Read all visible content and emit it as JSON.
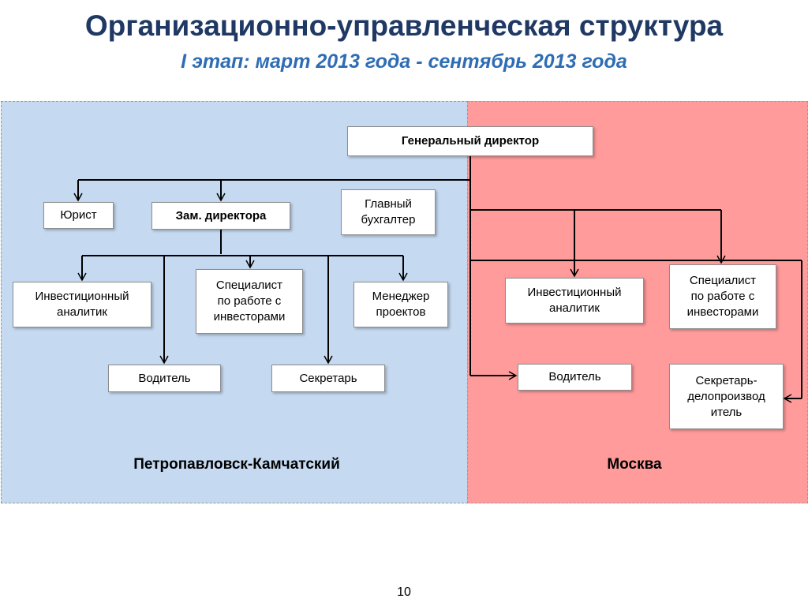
{
  "title": "Организационно-управленческая структура",
  "subtitle": "I этап: март  2013 года - сентябрь 2013 года",
  "regions": {
    "left_label": "Петропавловск-Камчатский",
    "right_label": "Москва",
    "left_color": "#c5d9f1",
    "right_color": "#ff9b9b"
  },
  "boxes": {
    "general_director": "Генеральный директор",
    "lawyer": "Юрист",
    "deputy_director": "Зам. директора",
    "chief_accountant": "Главный\nбухгалтер",
    "kam_invest_analyst": "Инвестиционный\nаналитик",
    "kam_ir_specialist": "Специалист\nпо работе с\nинвесторами",
    "kam_project_manager": "Менеджер\nпроектов",
    "kam_driver": "Водитель",
    "kam_secretary": "Секретарь",
    "msk_invest_analyst": "Инвестиционный\nаналитик",
    "msk_ir_specialist": "Специалист\nпо работе с\nинвесторами",
    "msk_driver": "Водитель",
    "msk_secretary": "Секретарь-\nделопроизвод\nитель"
  },
  "page_number": "10"
}
